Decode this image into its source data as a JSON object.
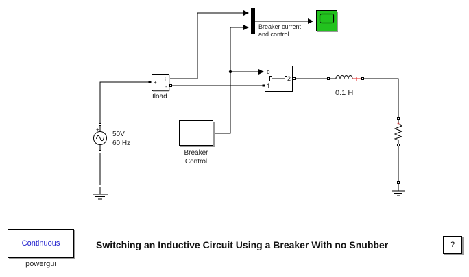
{
  "diagram": {
    "title": "Switching an Inductive Circuit Using a Breaker With no Snubber",
    "blocks": {
      "source": {
        "label_line1": "50V",
        "label_line2": "60 Hz",
        "plus_sign": "+"
      },
      "iload": {
        "label": "Iload",
        "port_plus": "+",
        "port_i": "i",
        "port_minus": "-"
      },
      "breaker": {
        "port_c": "c",
        "port_1": "1",
        "port_2": "2"
      },
      "inductor": {
        "label": "0.1 H"
      },
      "breaker_control": {
        "label_line1": "Breaker",
        "label_line2": "Control"
      },
      "mux": {
        "label_line1": "Breaker current",
        "label_line2": "and control"
      },
      "scope": {}
    },
    "powergui": {
      "button_text": "Continuous",
      "label": "powergui"
    },
    "help_button": {
      "text": "?"
    },
    "colors": {
      "scope_green": "#22c21e",
      "wire": "#000000",
      "connector_red": "#e02020",
      "powergui_text": "#1a1acc"
    }
  }
}
